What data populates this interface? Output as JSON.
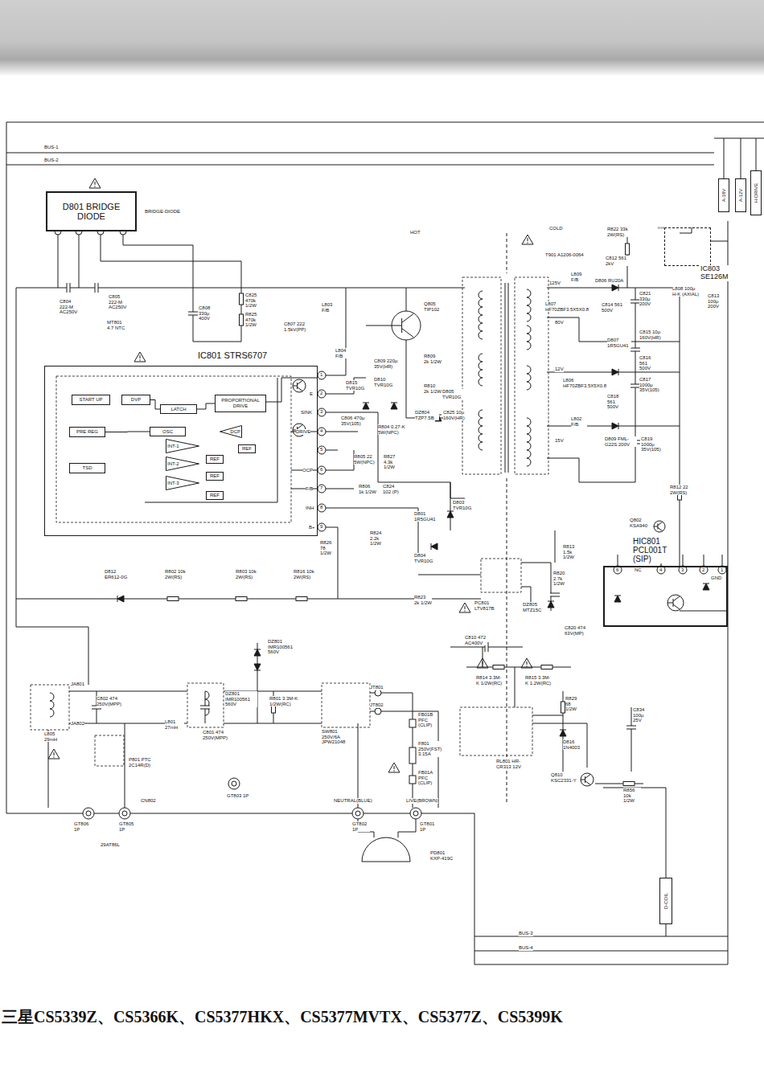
{
  "diagram": {
    "caption": "三星CS5339Z、CS5366K、CS5377HKX、CS5377MVTX、CS5377Z、CS5399K",
    "nodes": [
      {
        "text": [
          "D801 BRIDGE DIODE"
        ]
      },
      {
        "text": [
          "IC801 STRS6707"
        ]
      },
      {
        "text": [
          "START UP"
        ],
        "in": 1
      },
      {
        "text": [
          "DVP"
        ],
        "in": 1
      },
      {
        "text": [
          "LATCH"
        ],
        "in": 1
      },
      {
        "text": [
          "PROPORTIONAL DRIVE"
        ],
        "in": 1
      },
      {
        "text": [
          "PRE REG"
        ],
        "in": 1
      },
      {
        "text": [
          "OSC"
        ],
        "in": 1
      },
      {
        "text": [
          "INT-1"
        ],
        "in": 1
      },
      {
        "text": [
          "INT-2"
        ],
        "in": 1
      },
      {
        "text": [
          "INT-3"
        ],
        "in": 1
      },
      {
        "text": [
          "REF"
        ],
        "in": 1
      },
      {
        "text": [
          "REF"
        ],
        "in": 1
      },
      {
        "text": [
          "REF"
        ],
        "in": 1
      },
      {
        "text": [
          "REF"
        ],
        "in": 1
      },
      {
        "text": [
          "DCP"
        ],
        "in": 1
      },
      {
        "text": [
          "TSD"
        ],
        "in": 1
      },
      {
        "text": [
          "IC803 SE126M"
        ]
      },
      {
        "text": [
          "HIC801 PCL001T (SIP)"
        ]
      },
      {
        "text": [
          "A-18V"
        ]
      },
      {
        "text": [
          "A-12V"
        ]
      },
      {
        "text": [
          "H-DRIVE"
        ]
      },
      {
        "text": [
          "D-COIL"
        ]
      }
    ],
    "edges": [
      {
        "from": 3,
        "to": 4,
        "arrow": "none"
      },
      {
        "from": 4,
        "to": 5,
        "arrow": "none"
      },
      {
        "from": 6,
        "to": 7,
        "arrow": "none"
      }
    ],
    "labels": [
      "BUS-1",
      "BUS-2",
      "BRIDGE-DIODE",
      "HOT",
      "COLD",
      "T901 A1206-0064",
      "C804 222-M AC250V",
      "C805 222-M AC250V",
      "MT801 4.7 NTC",
      "C808 330μ 400V",
      "C825 470k 1/2W",
      "R825 470k 1/2W",
      "L803 F/B",
      "C807 222 1.5kV(PP)",
      "L804 F/B",
      "Q805 TIP102",
      "C809 220μ 35V(HR)",
      "R809 2k 1/2W",
      "D815 TVR10G",
      "D810 TVR10G",
      "R810 2k 1/2W",
      "D805 TVR10G",
      "DZ804 TZP7.5B",
      "C825 10μ 160V(HR)",
      "C806 470μ 35V(105)",
      "R804 0.27-K 5W(NPC)",
      "R805 22 5W(NPC)",
      "R827 4.3k 1/2W",
      "R806 1k 1/2W",
      "C824 102 (P)",
      "D803 TVR10G",
      "D801 1R5GU41",
      "R824 2.2k 1/2W",
      "D804 TVR10G",
      "R826 78 1/2W",
      "D812 ER612-0G",
      "R802 10k 2W(RS)",
      "R803 10k 2W(RS)",
      "R816 10k 2W(RS)",
      "1",
      "2",
      "3",
      "4",
      "5",
      "6",
      "7",
      "8",
      "9",
      "E",
      "SINK",
      "DRIVE",
      "OCP",
      "F/B",
      "INH",
      "B+",
      "L809 F/B",
      "R822 33k 2W(RS)",
      "C812 561 2kV",
      "D806 RU20A",
      "125V",
      "C821 330μ 200V",
      "L808 100μ H-K (AXIAL)",
      "C813 100μ 200V",
      "L807 HF70ZBF3.5X5X0.8",
      "C814 561 500V",
      "80V",
      "D807 1R5GU41",
      "C815 10μ 160V(HR)",
      "C816 561 500V",
      "12V",
      "L806 HF70ZBF3.5X5X0.8",
      "C817 1000μ 35V(105)",
      "C818 561 500V",
      "L802 F/B",
      "15V",
      "D809 FML-G22S 200V",
      "C819 1000μ 35V(105)",
      "R812 22 2W(RS)",
      "Q802 KSA940",
      "R813 1.5k 1/2W",
      "R820 2.7k 1/2W",
      "PC801 LTV817B",
      "DZ805 MTZ15C",
      "R823 2k 1/2W",
      "C820 474 63V(MP)",
      "6",
      "NC",
      "4",
      "3",
      "2",
      "1",
      "GND",
      "C810 472 AC400V",
      "DZ801 IMR100561 560V",
      "JA801",
      "JA802",
      "C802 474 250V(MPP)",
      "L801 27mH",
      "C801 474 250V(MPP)",
      "DZ801 IMR100561 560V",
      "R801 3.3M-K 1/2W(RC)",
      "JT801",
      "JT802",
      "SW801 250V/6A JPW21048",
      "FB01B PFC (CLIP)",
      "F801 250V(FST) 3.15A",
      "FB01A PFC (CLIP)",
      "R814 3.3M-K 1/2W(RC)",
      "R815 3.3M-K 1.2W(RC)",
      "R829 68 1/2W",
      "C834 100μ 25V",
      "D816 1N4003",
      "RL801 HR-CR313 12V",
      "Q810 KSC2331-Y",
      "R856 10k 1/2W",
      "L805 29mH",
      "P801 PTC 2C14R(D)",
      "GT803 1P",
      "CN802",
      "GT806 1P",
      "GT805 1P",
      "29AT86L",
      "NEUTRAL(BLUE)",
      "LIVE(BROWN)",
      "GT802 1P",
      "GT801 1P",
      "PD801 KXP-419C",
      "BUS-3",
      "BUS-4"
    ]
  }
}
